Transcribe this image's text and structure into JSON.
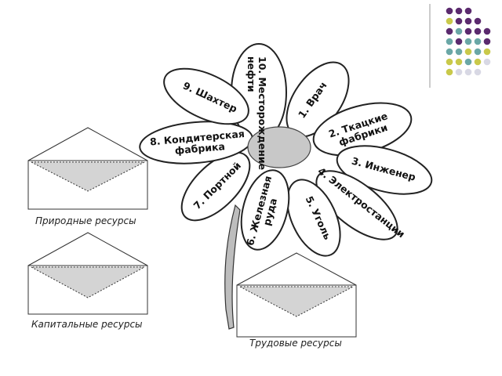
{
  "petals": [
    {
      "id": "1",
      "lines": [
        "1. Врач"
      ]
    },
    {
      "id": "2",
      "lines": [
        "2. Ткацкие",
        "фабрики"
      ]
    },
    {
      "id": "3",
      "lines": [
        "3. Инженер"
      ]
    },
    {
      "id": "4",
      "lines": [
        "4. Электростанции"
      ]
    },
    {
      "id": "5",
      "lines": [
        "5. Уголь"
      ]
    },
    {
      "id": "6",
      "lines": [
        "6. Железная",
        "руда"
      ]
    },
    {
      "id": "7",
      "lines": [
        "7. Портной"
      ]
    },
    {
      "id": "8",
      "lines": [
        "8. Кондитерская",
        "фабрика"
      ]
    },
    {
      "id": "9",
      "lines": [
        "9. Шахтер"
      ]
    },
    {
      "id": "10",
      "lines": [
        "10. Месторождение",
        "нефти"
      ]
    }
  ],
  "envelopes": [
    {
      "caption": "Природные ресурсы"
    },
    {
      "caption": "Капитальные ресурсы"
    },
    {
      "caption": "Трудовые ресурсы"
    }
  ],
  "colors": {
    "purple": "#5b2a6e",
    "teal": "#6aa7a6",
    "olive": "#c9c94a",
    "light_gray": "#d8d8e4",
    "flower_center": "#c8c8c8",
    "stem": "#bdbdbd"
  }
}
